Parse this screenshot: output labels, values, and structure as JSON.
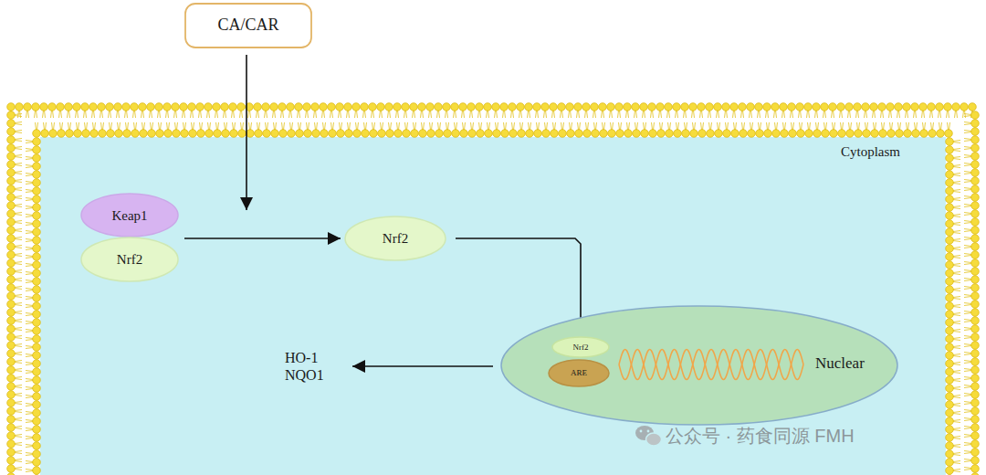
{
  "diagram": {
    "nodes": [
      {
        "text": [
          "CA/CAR"
        ]
      },
      {
        "text": [
          "Keap1"
        ]
      },
      {
        "text": [
          "Nrf2"
        ]
      },
      {
        "text": [
          "Nrf2"
        ]
      },
      {
        "text": [
          "Nuclear"
        ]
      },
      {
        "text": [
          "Nrf2"
        ],
        "in": 4
      },
      {
        "text": [
          "ARE"
        ],
        "in": 4
      },
      {
        "text": [
          "HO-1 NQO1"
        ]
      }
    ],
    "edges": [
      {
        "from": 2,
        "to": 3,
        "arrow": "to"
      },
      {
        "from": 3,
        "to": 5,
        "arrow": "to"
      },
      {
        "from": 4,
        "to": 7,
        "arrow": "to"
      }
    ],
    "labels": [
      "Cytoplasm",
      "公众号 · 药食同源 FMH"
    ]
  }
}
